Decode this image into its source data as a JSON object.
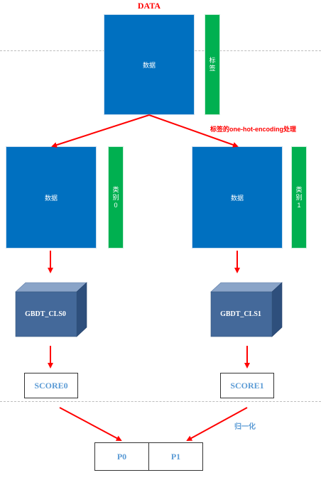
{
  "title": "DATA",
  "top": {
    "data_label": "数据",
    "tag_label": "标签"
  },
  "note": "标签的one-hot-encoding处理",
  "left": {
    "data_label": "数据",
    "class_label": "类别0",
    "model": "GBDT_CLS0",
    "score": "SCORE0"
  },
  "right": {
    "data_label": "数据",
    "class_label": "类别1",
    "model": "GBDT_CLS1",
    "score": "SCORE1"
  },
  "normalize_label": "归一化",
  "outputs": [
    "P0",
    "P1"
  ],
  "colors": {
    "data_box": "#0070c0",
    "label_box": "#00b050",
    "arrow": "#ff0000",
    "model_cube": "#44699a",
    "score_text": "#5b9bd5"
  }
}
